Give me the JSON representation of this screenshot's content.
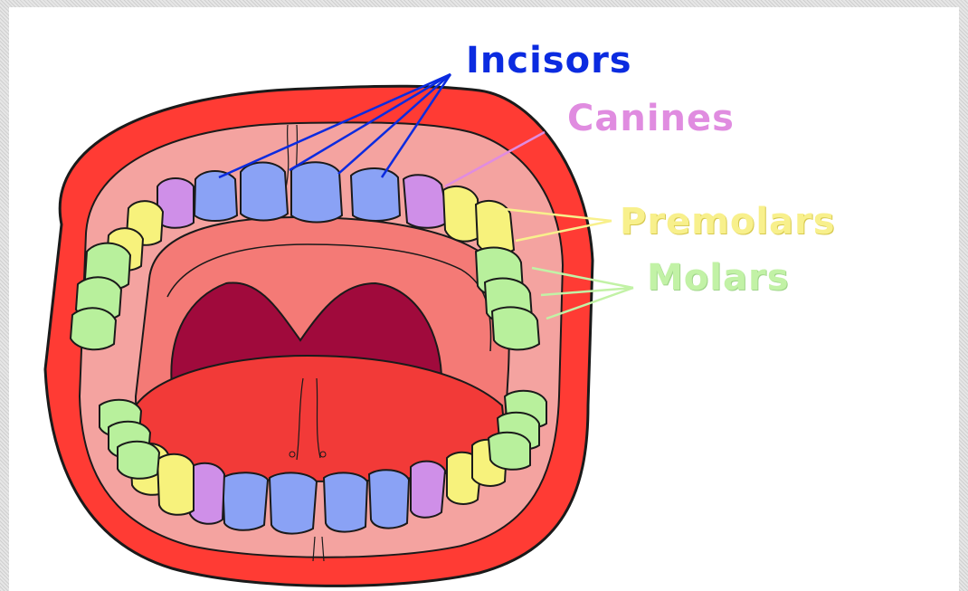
{
  "labels": {
    "incisors": "Incisors",
    "canines": "Canines",
    "premolars": "Premolars",
    "molars": "Molars"
  },
  "colors": {
    "incisors": "#0b2be0",
    "incisors_fill": "#8aa2f5",
    "canines": "#e08ce0",
    "canines_fill": "#cf8fe8",
    "premolars": "#f8f08c",
    "premolars_fill": "#f7f27c",
    "molars": "#c2f2a6",
    "molars_fill": "#b8f09c",
    "lips": "#ff3b34",
    "gums": "#f4a3a0",
    "mouth_inner": "#f47a76",
    "throat": "#a00a3c",
    "tongue": "#f23a38",
    "outline": "#1a1a1a"
  }
}
